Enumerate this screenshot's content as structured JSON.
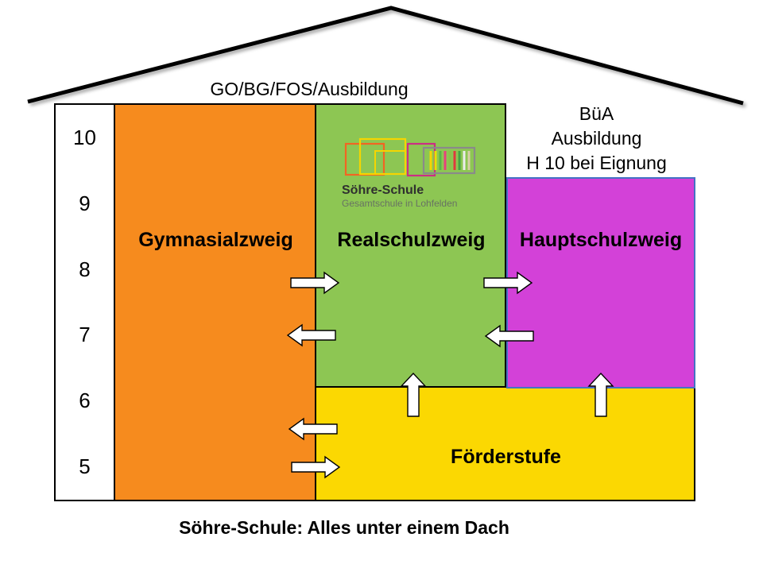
{
  "roof": {
    "upper_label": "GO/BG/FOS/Ausbildung",
    "right_label_lines": [
      "BüA",
      "Ausbildung",
      "H 10 bei Eignung"
    ]
  },
  "grade_column": {
    "grades": [
      "10",
      "9",
      "8",
      "7",
      "6",
      "5"
    ]
  },
  "blocks": {
    "gymnasium": {
      "label": "Gymnasialzweig",
      "color": "#F68B1E"
    },
    "realschule": {
      "label": "Realschulzweig",
      "color": "#8DC653"
    },
    "hauptschule": {
      "label": "Hauptschulzweig",
      "color": "#D341D8",
      "border_color": "#4472C4"
    },
    "foerderstufe": {
      "label": "Förderstufe",
      "color": "#FBD802"
    }
  },
  "logo": {
    "title": "Söhre-Schule",
    "subtitle": "Gesamtschule in Lohfelden"
  },
  "caption": "Söhre-Schule: Alles unter einem Dach",
  "arrows": [
    {
      "name": "gymnasium-to-realschule",
      "direction": "right"
    },
    {
      "name": "realschule-to-gymnasium",
      "direction": "left"
    },
    {
      "name": "realschule-to-hauptschule",
      "direction": "right"
    },
    {
      "name": "hauptschule-to-realschule",
      "direction": "left"
    },
    {
      "name": "foerderstufe-to-realschule",
      "direction": "up"
    },
    {
      "name": "foerderstufe-to-hauptschule",
      "direction": "up"
    },
    {
      "name": "foerderstufe-to-gymnasium",
      "direction": "left"
    },
    {
      "name": "gymnasium-to-foerderstufe",
      "direction": "right"
    }
  ]
}
